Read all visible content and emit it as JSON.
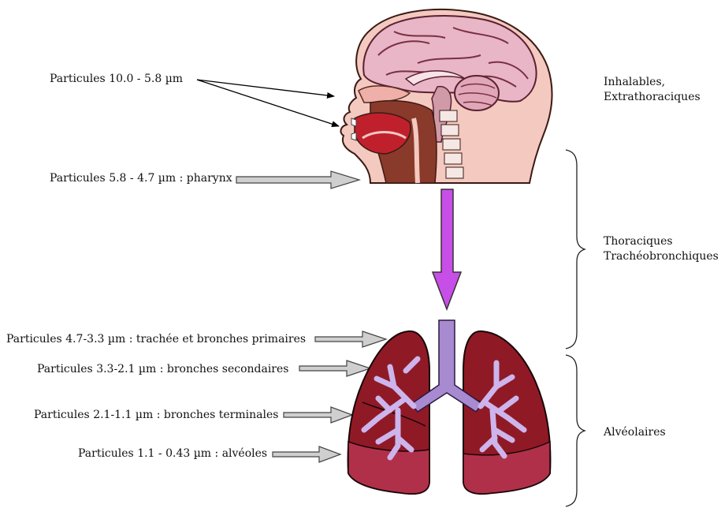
{
  "labels": {
    "p1": "Particules 10.0 - 5.8 µm",
    "p2": "Particules 5.8 - 4.7 µm : pharynx",
    "p3": "Particules 4.7-3.3 µm : trachée et bronches primaires",
    "p4": "Particules 3.3-2.1 µm : bronches secondaires",
    "p5": "Particules 2.1-1.1 µm : bronches terminales",
    "p6": "Particules 1.1 - 0.43 µm : alvéoles"
  },
  "regions": {
    "inhalables_line1": "Inhalables,",
    "inhalables_line2": "Extrathoraciques",
    "thoraciques_line1": "Thoraciques",
    "thoraciques_line2": "Trachéobronchiques",
    "alveolaires": "Alvéolaires"
  },
  "colors": {
    "down_arrow": "#c84ee8",
    "gray_arrow": "#cfcfcf",
    "lung_fill": "#8f1a26",
    "lung_lower": "#b0304a",
    "airway": "#b79ad8",
    "brain": "#e8b6c6",
    "skin": "#f3c9c0",
    "tissue": "#8a3a2a"
  },
  "icons": {
    "head": "head-sagittal-illustration",
    "lungs": "lungs-illustration"
  }
}
